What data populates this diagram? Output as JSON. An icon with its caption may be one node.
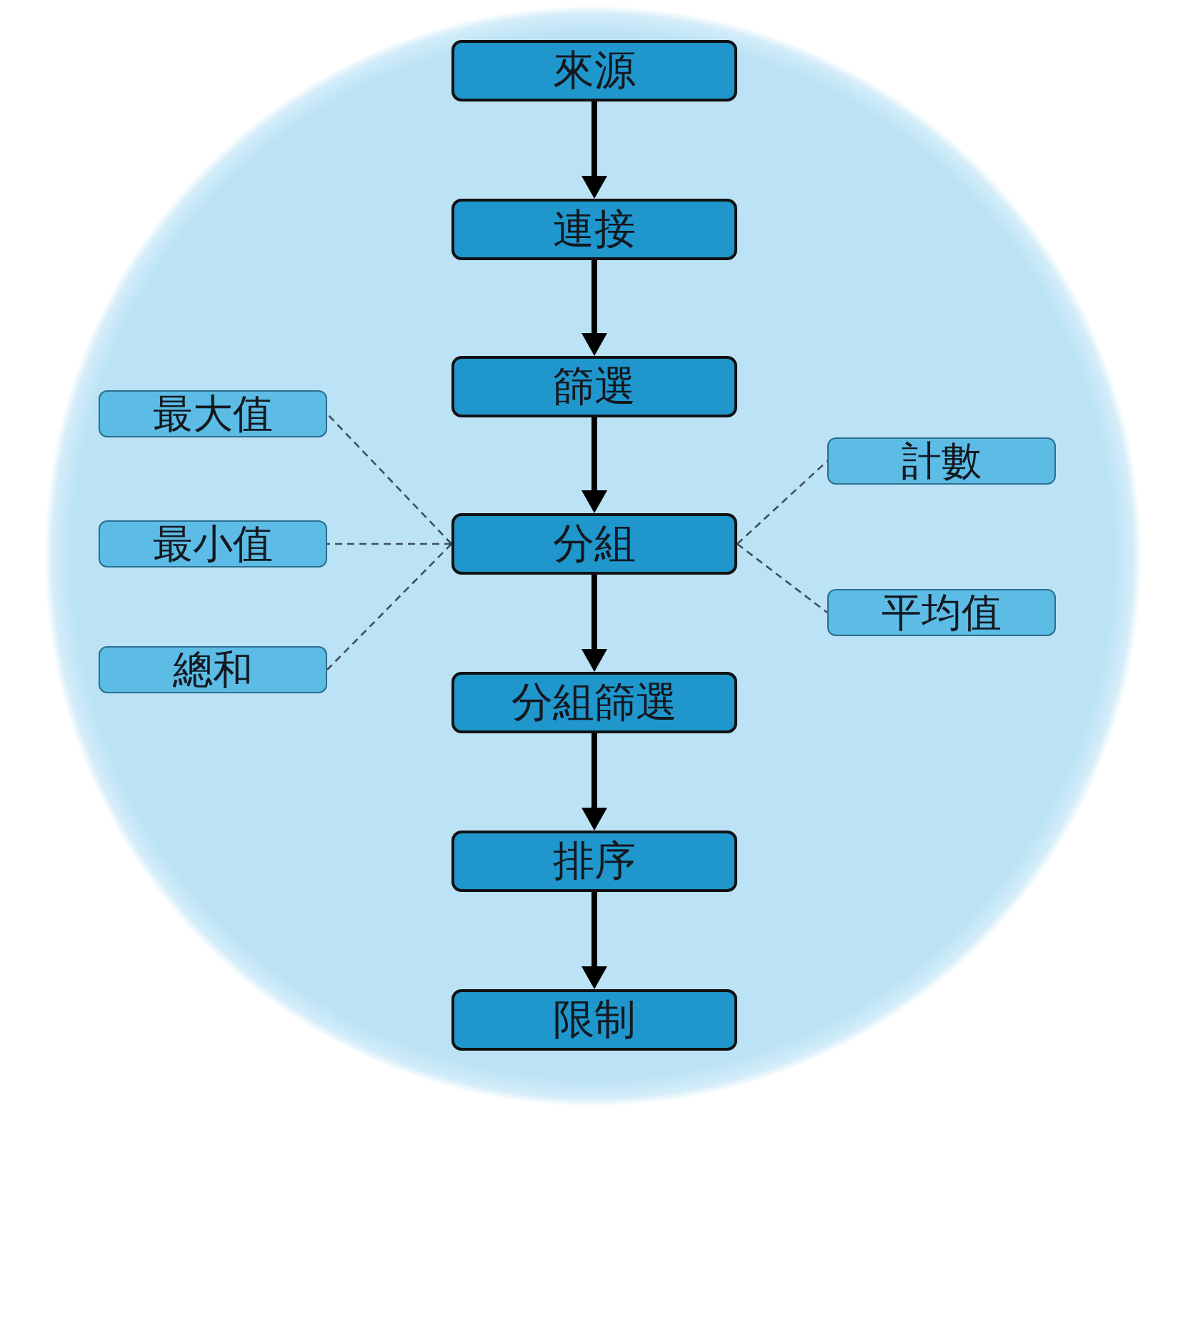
{
  "diagram": {
    "nodes": [
      {
        "text": [
          "來源"
        ]
      },
      {
        "text": [
          "連接"
        ]
      },
      {
        "text": [
          "篩選"
        ]
      },
      {
        "text": [
          "最大值"
        ]
      },
      {
        "text": [
          "計數"
        ]
      },
      {
        "text": [
          "最小值"
        ]
      },
      {
        "text": [
          "分組"
        ]
      },
      {
        "text": [
          "平均值"
        ]
      },
      {
        "text": [
          "總和"
        ]
      },
      {
        "text": [
          "分組篩選"
        ]
      },
      {
        "text": [
          "排序"
        ]
      },
      {
        "text": [
          "限制"
        ]
      }
    ],
    "edges": [
      {
        "from": 0,
        "to": 1,
        "arrow": "to"
      },
      {
        "from": 1,
        "to": 2,
        "arrow": "to"
      },
      {
        "from": 2,
        "to": 6,
        "arrow": "to"
      },
      {
        "from": 6,
        "to": 9,
        "arrow": "to"
      },
      {
        "from": 9,
        "to": 10,
        "arrow": "to"
      },
      {
        "from": 10,
        "to": 11,
        "arrow": "to"
      },
      {
        "from": 6,
        "to": 3,
        "arrow": "none",
        "style": "dashed",
        "color": "#3d4f5c"
      },
      {
        "from": 6,
        "to": 5,
        "arrow": "none",
        "style": "dashed",
        "color": "#3d4f5c"
      },
      {
        "from": 6,
        "to": 8,
        "arrow": "none",
        "style": "dashed",
        "color": "#3d4f5c"
      },
      {
        "from": 6,
        "to": 4,
        "arrow": "none",
        "style": "dashed",
        "color": "#3d4f5c"
      },
      {
        "from": 6,
        "to": 7,
        "arrow": "none",
        "style": "dashed",
        "color": "#3d4f5c"
      }
    ]
  }
}
